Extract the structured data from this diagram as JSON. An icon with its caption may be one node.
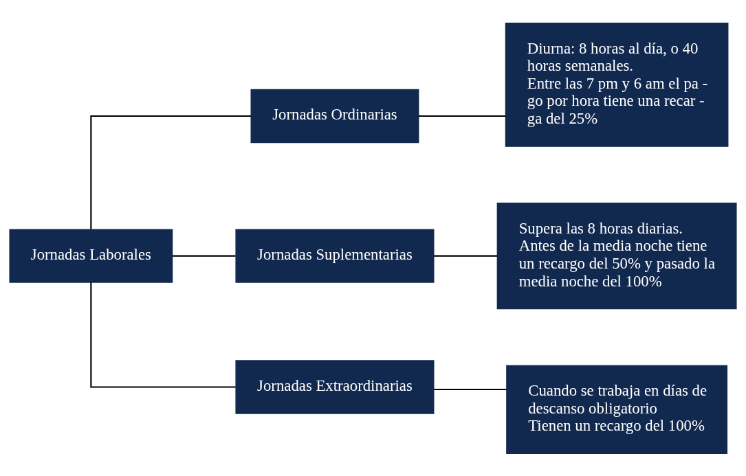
{
  "diagram": {
    "nodes": [
      {
        "text": [
          "Jornadas Laborales"
        ]
      },
      {
        "text": [
          "Jornadas Ordinarias"
        ]
      },
      {
        "text": [
          "Jornadas Suplementarias"
        ]
      },
      {
        "text": [
          "Jornadas Extraordinarias"
        ]
      },
      {
        "text": [
          "Diurna: 8 horas al día, o 40 horas semanales.",
          "Entre las 7 pm y 6 am el pa - go por hora tiene una recar - ga del 25%"
        ]
      },
      {
        "text": [
          "Supera las 8 horas diarias.",
          "Antes de la media noche tiene un recargo del 50% y pasado la media noche del 100%"
        ]
      },
      {
        "text": [
          "Cuando se trabaja en días de descanso obligatorio",
          "Tienen un recargo del 100%"
        ]
      }
    ],
    "edges": [
      {
        "from": 0,
        "to": 1,
        "arrow": "none"
      },
      {
        "from": 0,
        "to": 2,
        "arrow": "none"
      },
      {
        "from": 0,
        "to": 3,
        "arrow": "none"
      },
      {
        "from": 1,
        "to": 4,
        "arrow": "none"
      },
      {
        "from": 2,
        "to": 5,
        "arrow": "none"
      },
      {
        "from": 3,
        "to": 6,
        "arrow": "none"
      }
    ]
  }
}
